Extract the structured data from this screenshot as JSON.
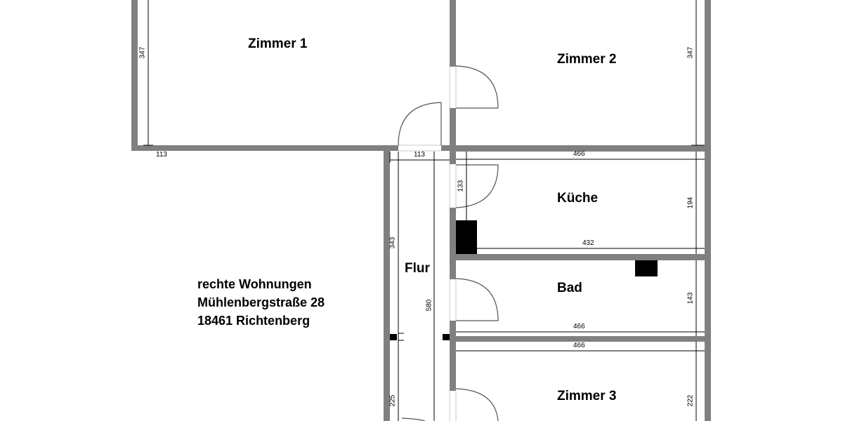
{
  "address": {
    "line1": "rechte Wohnungen",
    "line2": "Mühlenbergstraße 28",
    "line3": "18461 Richtenberg"
  },
  "rooms": {
    "zimmer1": "Zimmer 1",
    "zimmer2": "Zimmer 2",
    "kueche": "Küche",
    "bad": "Bad",
    "flur": "Flur",
    "zimmer3": "Zimmer 3"
  },
  "dimensions": {
    "zimmer1_height": "347",
    "zimmer2_height": "347",
    "flur_top_width": "113",
    "kueche_width": "466",
    "kueche_door_offset": "133",
    "kueche_height": "194",
    "kueche_counter_width": "432",
    "flur_upper_height": "343",
    "flur_length": "580",
    "bad_height": "143",
    "bad_width": "466",
    "zimmer3_width": "466",
    "flur_lower_height": "225",
    "zimmer3_height": "222"
  },
  "colors": {
    "wall": "#808080",
    "fixture": "#000000",
    "dimension_line": "#000000",
    "door_swing": "#555555",
    "background": "#ffffff"
  }
}
